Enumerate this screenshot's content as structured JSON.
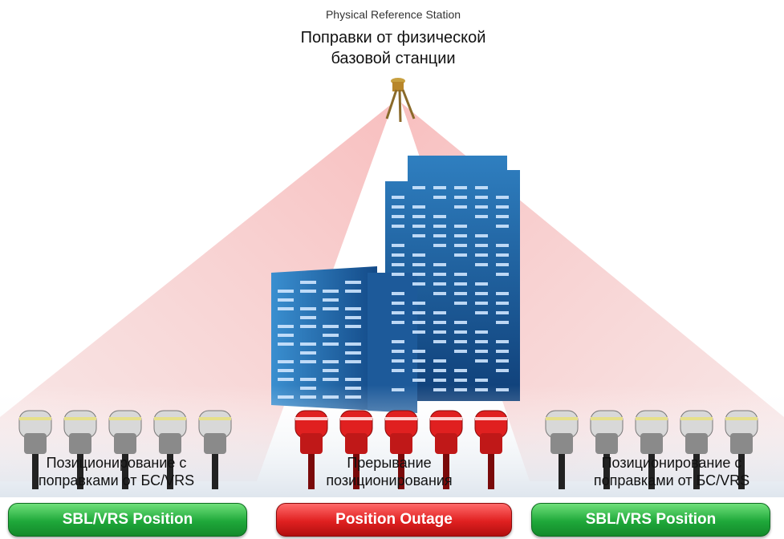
{
  "station": {
    "label_en": "Physical Reference Station",
    "label_ru_line1": "Поправки от физической",
    "label_ru_line2": "базовой станции"
  },
  "groups": [
    {
      "caption_line1": "Позиционирование с",
      "caption_line2": "поправками от БС/VRS",
      "status": "SBL/VRS Position",
      "status_color": "#1fa83a",
      "receiver_color": "#888888",
      "receiver_count": 5
    },
    {
      "caption_line1": "Прерывание",
      "caption_line2": "позиционирования",
      "status": "Position Outage",
      "status_color": "#e02020",
      "receiver_color": "#e02020",
      "receiver_count": 5
    },
    {
      "caption_line1": "Позиционирование с",
      "caption_line2": "поправками от БС/VRS",
      "status": "SBL/VRS Position",
      "status_color": "#1fa83a",
      "receiver_color": "#888888",
      "receiver_count": 5
    }
  ],
  "icons": {
    "station": "tripod-antenna-icon",
    "obstacle": "skyscraper-buildings-icon",
    "receiver": "gnss-receiver-icon"
  }
}
